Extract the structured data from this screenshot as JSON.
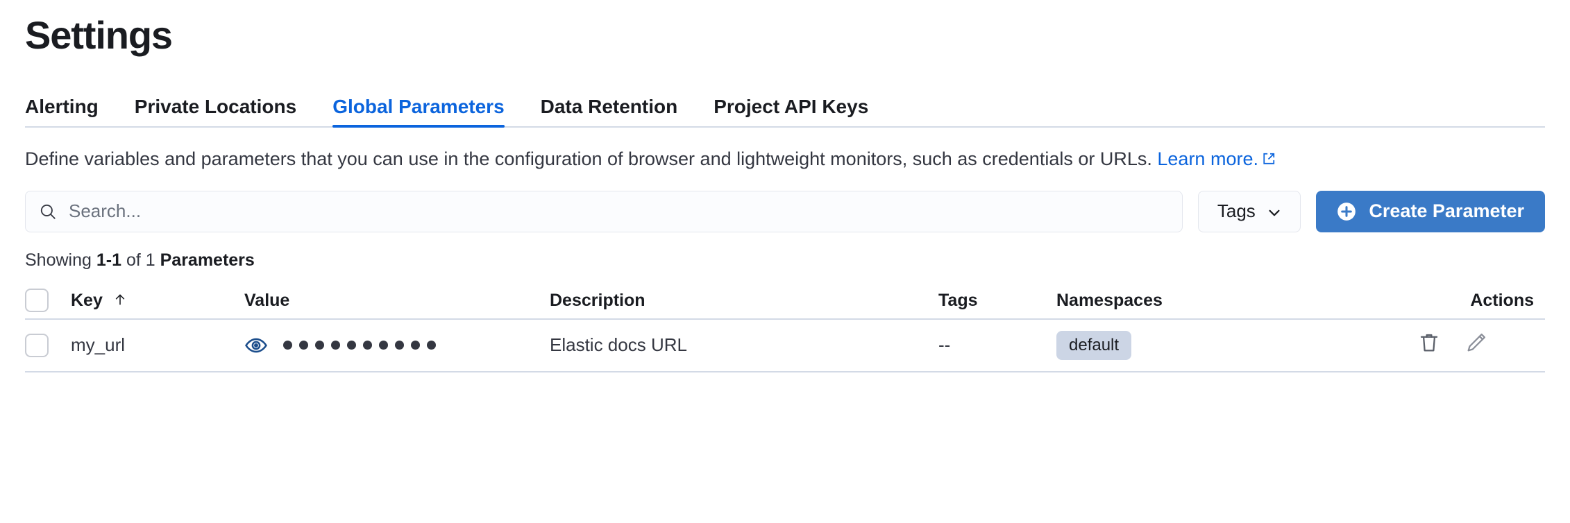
{
  "header": {
    "title": "Settings"
  },
  "tabs": [
    {
      "label": "Alerting",
      "active": false
    },
    {
      "label": "Private Locations",
      "active": false
    },
    {
      "label": "Global Parameters",
      "active": true
    },
    {
      "label": "Data Retention",
      "active": false
    },
    {
      "label": "Project API Keys",
      "active": false
    }
  ],
  "description": {
    "text": "Define variables and parameters that you can use in the configuration of browser and lightweight monitors, such as credentials or URLs.",
    "link_text": "Learn more.",
    "link_icon": "external-link-icon"
  },
  "controls": {
    "search_placeholder": "Search...",
    "search_value": "",
    "search_icon": "search-icon",
    "tags_label": "Tags",
    "tags_icon": "chevron-down-icon",
    "create_label": "Create Parameter",
    "create_icon": "plus-in-circle-icon"
  },
  "showing": {
    "prefix": "Showing",
    "range": "1-1",
    "middle": "of 1",
    "noun": "Parameters"
  },
  "table": {
    "select_all_checkbox": false,
    "columns": [
      {
        "key": "checkbox",
        "label": ""
      },
      {
        "key": "key",
        "label": "Key",
        "sort": "asc",
        "sort_icon": "arrow-up-icon"
      },
      {
        "key": "value",
        "label": "Value"
      },
      {
        "key": "description",
        "label": "Description"
      },
      {
        "key": "tags",
        "label": "Tags"
      },
      {
        "key": "namespaces",
        "label": "Namespaces"
      },
      {
        "key": "actions",
        "label": "Actions"
      }
    ],
    "rows": [
      {
        "selected": false,
        "key": "my_url",
        "value_masked": true,
        "value_mask_dots": 10,
        "value_toggle_icon": "eye-icon",
        "description": "Elastic docs URL",
        "tags": "--",
        "namespaces": [
          "default"
        ],
        "actions": [
          {
            "name": "delete-icon",
            "label": "Delete"
          },
          {
            "name": "edit-icon",
            "label": "Edit"
          }
        ]
      }
    ]
  },
  "colors": {
    "accent_blue": "#0b64dd",
    "button_blue": "#3a7ac7",
    "text_dark": "#1a1c21",
    "text_muted": "#343741",
    "border": "#d3dae6",
    "badge_bg": "#ccd5e5",
    "eye_blue": "#1c4e8c"
  }
}
